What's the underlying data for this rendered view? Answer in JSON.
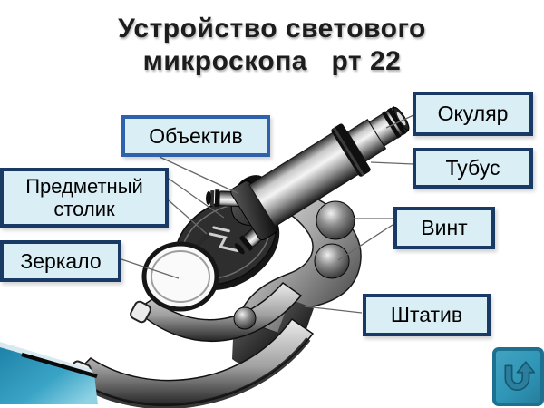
{
  "slide": {
    "title": {
      "line1": "Устройство светового",
      "line2": "микроскопа   рт 22"
    }
  },
  "labels": {
    "okular": "Окуляр",
    "tubus": "Тубус",
    "objektiv": "Объектив",
    "stolik": "Предметный столик",
    "zerkalo": "Зеркало",
    "vint": "Винт",
    "shtativ": "Штатив"
  },
  "illustration": {
    "subject": "light-microscope-grayscale-drawing",
    "labeled_parts": [
      "Окуляр",
      "Тубус",
      "Объектив",
      "Предметный столик",
      "Зеркало",
      "Винт",
      "Штатив"
    ]
  },
  "nav": {
    "back_button_icon": "u-turn-arrow-icon"
  },
  "colors": {
    "label_fill": "#d9eef5",
    "label_border": "#1a3a66",
    "objektiv_border": "#2e62ac",
    "title_text": "#1d1d1d",
    "accent_teal": "#2f96b7",
    "accent_teal_dark": "#1d7090"
  }
}
